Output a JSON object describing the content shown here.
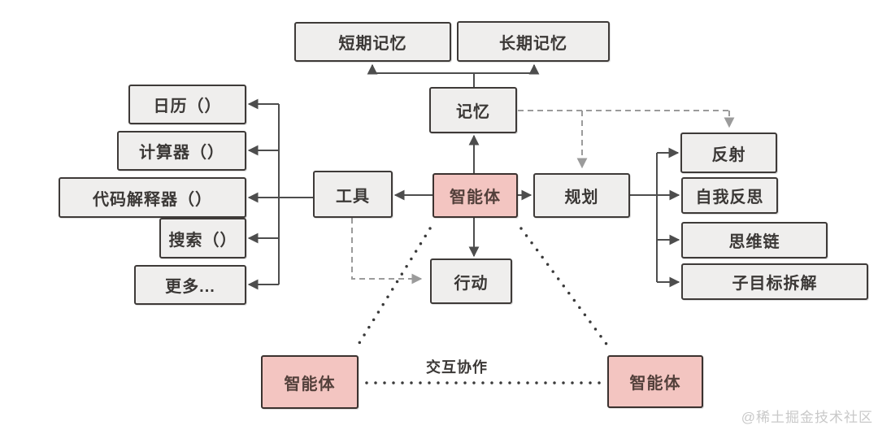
{
  "diagram": {
    "title_semantic": "agent-architecture-diagram",
    "nodes": {
      "short_term_memory": {
        "label": "短期记忆"
      },
      "long_term_memory": {
        "label": "长期记忆"
      },
      "memory": {
        "label": "记忆"
      },
      "calendar": {
        "label": "日历（）"
      },
      "calculator": {
        "label": "计算器（）"
      },
      "code_interpreter": {
        "label": "代码解释器（）"
      },
      "search": {
        "label": "搜索（）"
      },
      "more": {
        "label": "更多..."
      },
      "tools": {
        "label": "工具"
      },
      "agent": {
        "label": "智能体"
      },
      "planning": {
        "label": "规划"
      },
      "action": {
        "label": "行动"
      },
      "reflection": {
        "label": "反射"
      },
      "self_reflection": {
        "label": "自我反思"
      },
      "chain_of_thought": {
        "label": "思维链"
      },
      "subgoal_decomposition": {
        "label": "子目标拆解"
      },
      "agent_left": {
        "label": "智能体"
      },
      "agent_right": {
        "label": "智能体"
      }
    },
    "edge_labels": {
      "collaboration": "交互协作"
    },
    "watermark": "@稀土掘金技术社区",
    "colors": {
      "canvas_bg": "#ffffff",
      "node_fill": "#efeeed",
      "node_border": "#3e3a38",
      "node_text": "#3b3836",
      "agent_fill": "#f3c5c1",
      "agent_border": "#3b322f",
      "agent_text": "#53403b",
      "line": "#4d4d4d",
      "dashed_line": "#9b9b9b",
      "dotted_line": "#3a3a3a",
      "watermark_color": "#c9c9c9"
    }
  }
}
